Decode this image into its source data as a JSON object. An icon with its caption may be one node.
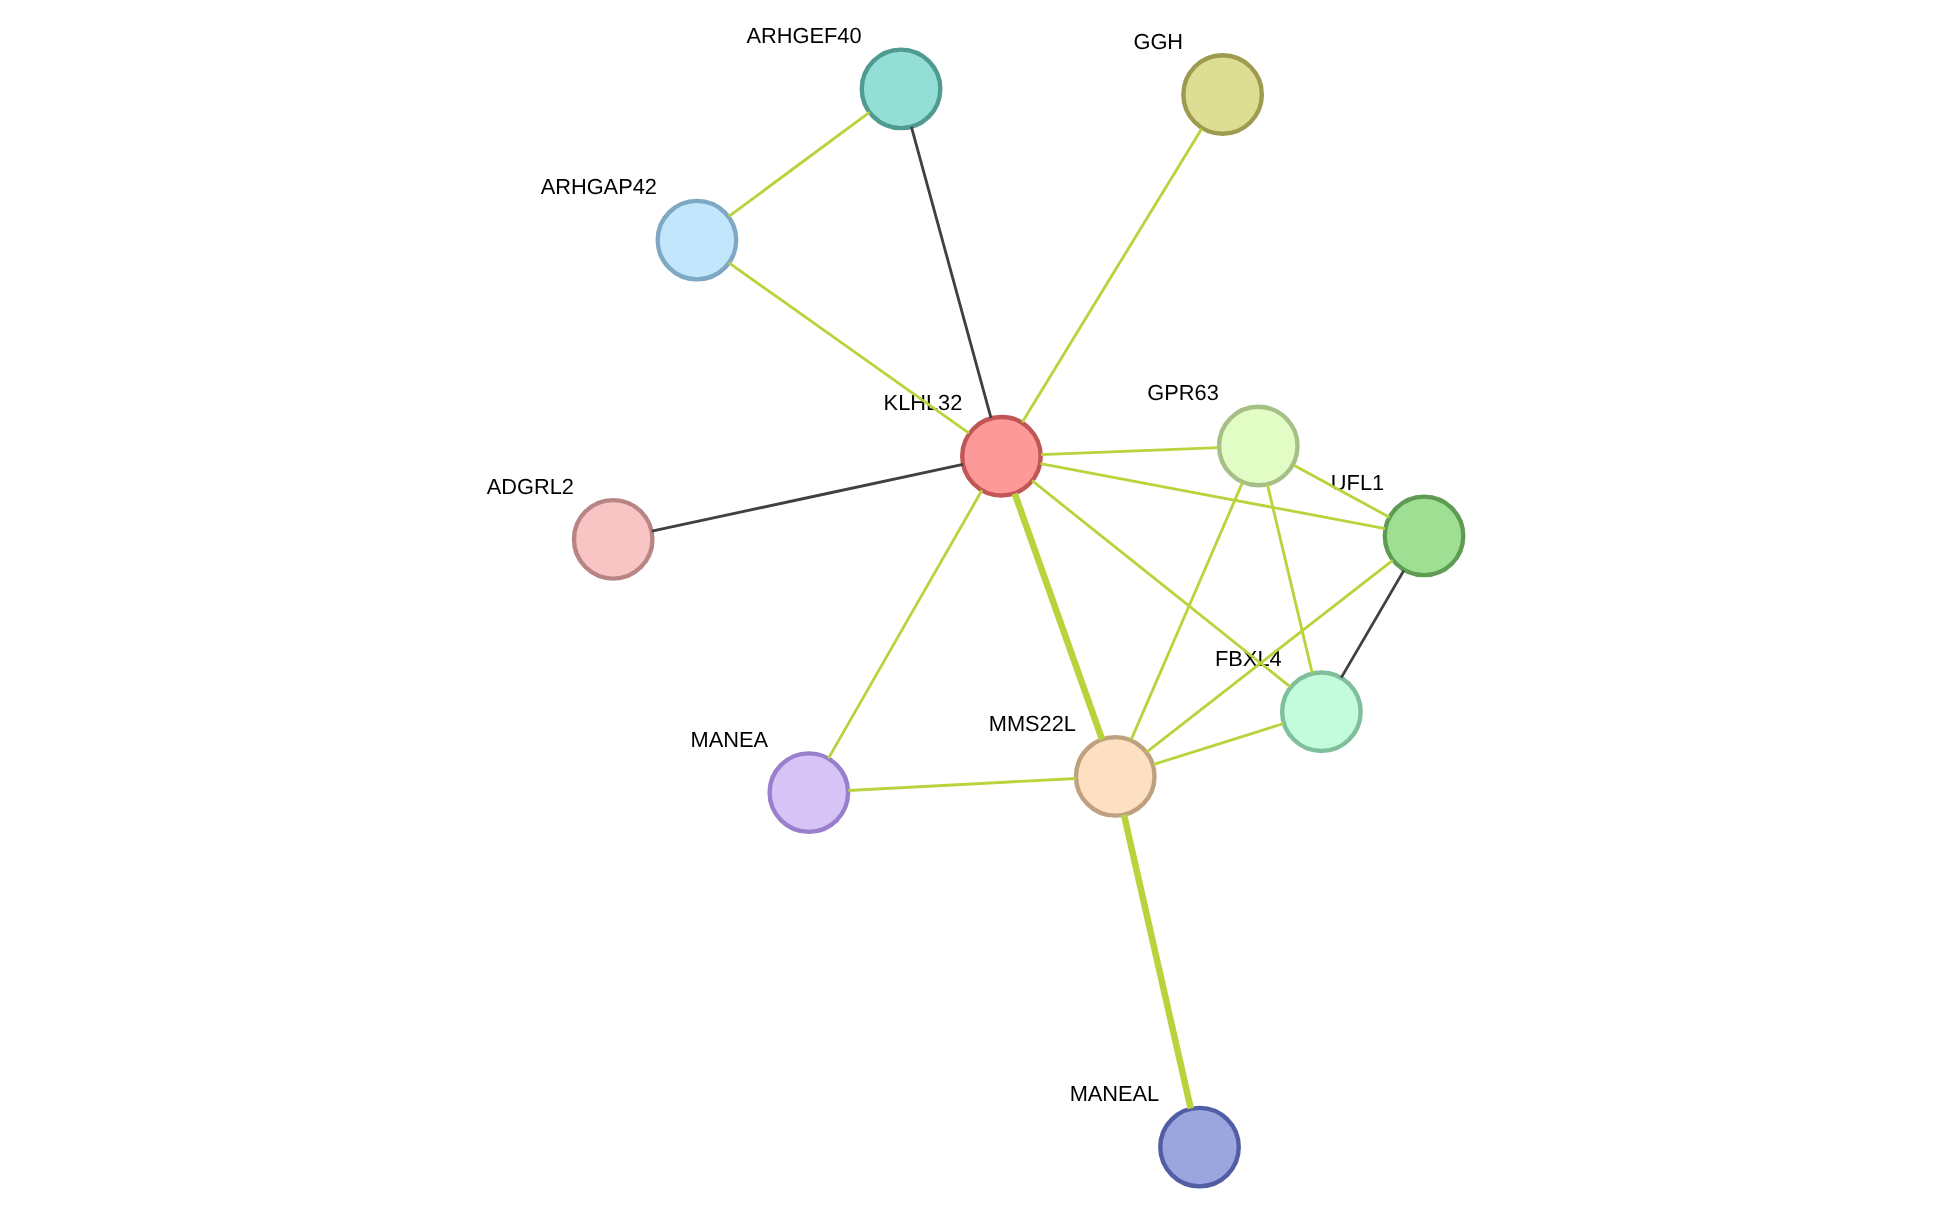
{
  "diagram": {
    "nodes": [
      {
        "text": [],
        "shape": "circle",
        "beside": [
          "ARHGAP42"
        ]
      },
      {
        "text": [],
        "shape": "circle",
        "beside": [
          "ARHGEF40"
        ]
      },
      {
        "text": [],
        "shape": "circle",
        "beside": [
          "ADGRL2"
        ]
      },
      {
        "text": [],
        "shape": "circle",
        "beside": [
          "KLHL32"
        ]
      },
      {
        "text": [],
        "shape": "circle",
        "beside": [
          "GGH"
        ]
      },
      {
        "text": [],
        "shape": "circle",
        "beside": [
          "GPR63"
        ]
      },
      {
        "text": [],
        "shape": "circle",
        "beside": [
          "MANEA"
        ]
      },
      {
        "text": [],
        "shape": "circle",
        "beside": [
          "UFL1"
        ]
      },
      {
        "text": [],
        "shape": "circle",
        "beside": [
          "MMS22L"
        ]
      },
      {
        "text": [],
        "shape": "circle",
        "beside": [
          "FBXL4"
        ]
      },
      {
        "text": [],
        "shape": "circle",
        "beside": [
          "MANEAL"
        ]
      }
    ],
    "edges": [
      {
        "from": 0,
        "to": 1,
        "arrow": "none"
      },
      {
        "from": 0,
        "to": 3,
        "arrow": "none"
      },
      {
        "from": 1,
        "to": 3,
        "arrow": "none",
        "color": "#404040"
      },
      {
        "from": 2,
        "to": 3,
        "arrow": "none",
        "color": "#404040"
      },
      {
        "from": 3,
        "to": 4,
        "arrow": "none"
      },
      {
        "from": 3,
        "to": 5,
        "arrow": "none"
      },
      {
        "from": 3,
        "to": 6,
        "arrow": "none"
      },
      {
        "from": 3,
        "to": 8,
        "arrow": "none",
        "style": "thick"
      },
      {
        "from": 3,
        "to": 7,
        "arrow": "none"
      },
      {
        "from": 3,
        "to": 9,
        "arrow": "none"
      },
      {
        "from": 5,
        "to": 7,
        "arrow": "none"
      },
      {
        "from": 5,
        "to": 8,
        "arrow": "none"
      },
      {
        "from": 5,
        "to": 9,
        "arrow": "none"
      },
      {
        "from": 6,
        "to": 8,
        "arrow": "none"
      },
      {
        "from": 8,
        "to": 7,
        "arrow": "none"
      },
      {
        "from": 8,
        "to": 9,
        "arrow": "none"
      },
      {
        "from": 7,
        "to": 9,
        "arrow": "none",
        "color": "#404040"
      },
      {
        "from": 8,
        "to": 10,
        "arrow": "none",
        "style": "thick"
      }
    ]
  }
}
